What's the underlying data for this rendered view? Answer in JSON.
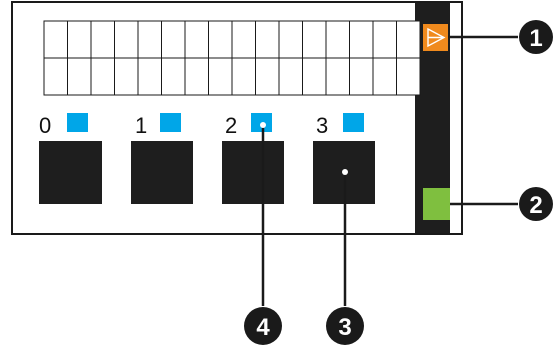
{
  "device": {
    "display_grid": {
      "rows": 2,
      "columns": 16
    },
    "channels": [
      {
        "label": "0"
      },
      {
        "label": "1"
      },
      {
        "label": "2"
      },
      {
        "label": "3"
      }
    ],
    "colors": {
      "frame": "#1a1a1a",
      "indicator": "#00a6e8",
      "pad": "#1e1e1e",
      "side_bar": "#1e1e1e",
      "top_indicator": "#f08a1d",
      "bottom_indicator": "#7fbf3f"
    },
    "top_indicator_icon": "triangle-outline-icon"
  },
  "callouts": [
    {
      "number": "1"
    },
    {
      "number": "2"
    },
    {
      "number": "3"
    },
    {
      "number": "4"
    }
  ]
}
